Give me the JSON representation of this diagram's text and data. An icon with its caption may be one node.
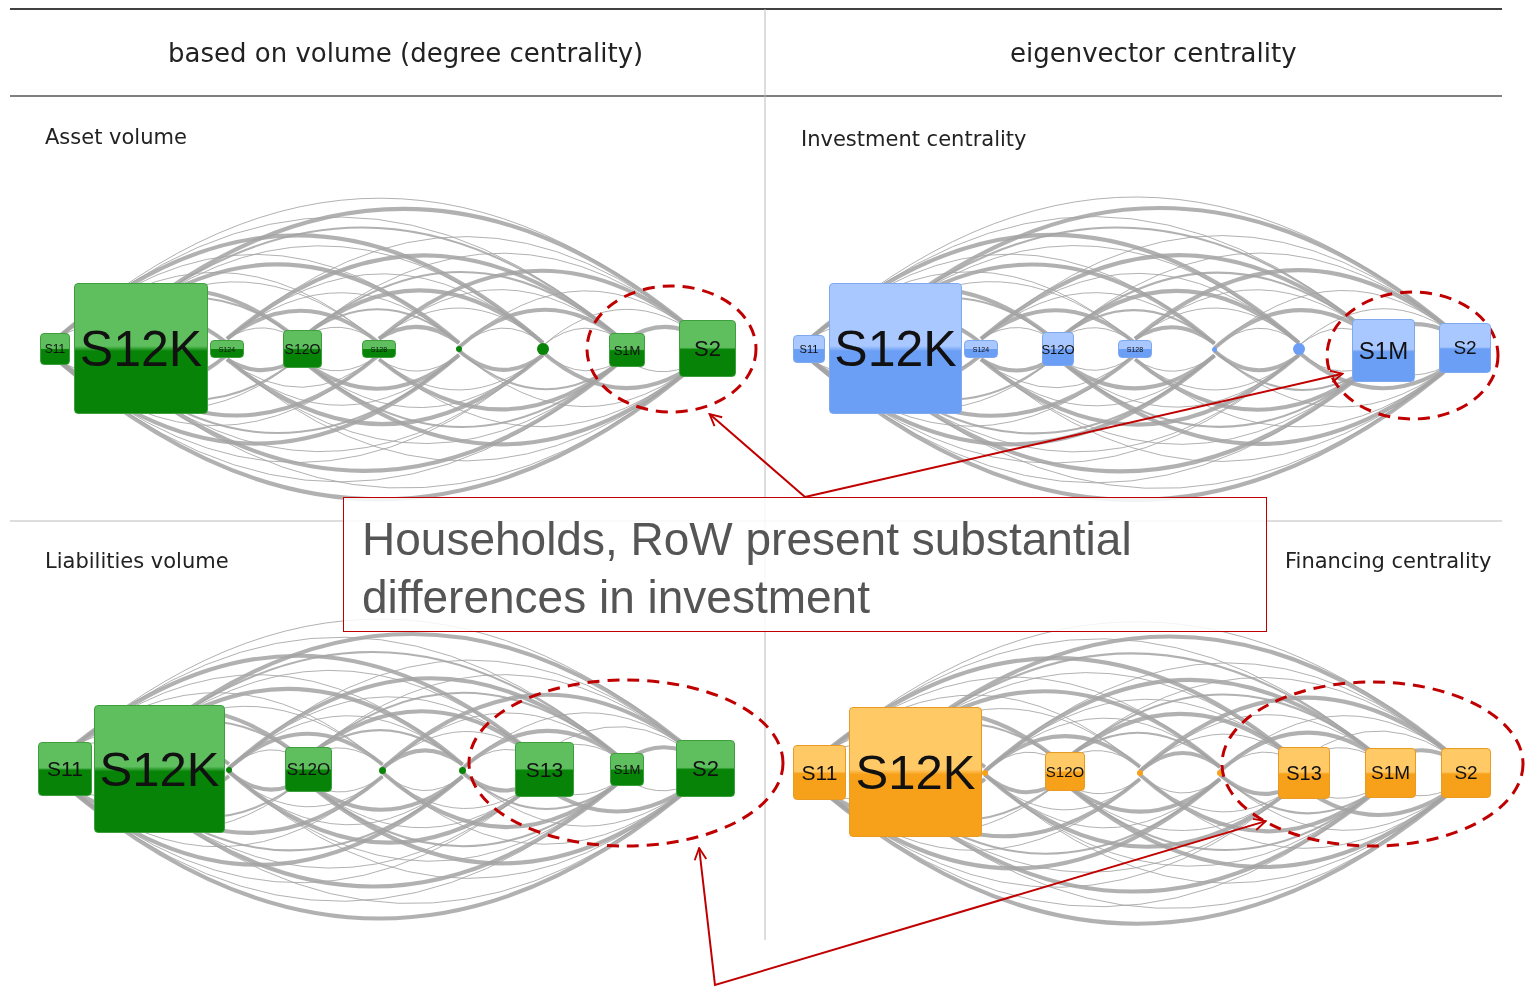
{
  "diagram": {
    "nodes": [
      {
        "text": [
          "S11"
        ]
      },
      {
        "text": [
          "S12K"
        ]
      },
      {
        "text": [
          "S124"
        ]
      },
      {
        "text": [
          "S12O"
        ]
      },
      {
        "text": [
          "S128"
        ]
      },
      {
        "text": [],
        "shape": "circle"
      },
      {
        "text": [],
        "shape": "circle"
      },
      {
        "text": [
          "S1M"
        ],
        "in": 9
      },
      {
        "text": [
          "S2"
        ],
        "in": 9
      },
      {
        "text": [],
        "shape": "ellipse"
      },
      {
        "text": [
          "S11"
        ]
      },
      {
        "text": [
          "S12K"
        ]
      },
      {
        "text": [
          "S124"
        ]
      },
      {
        "text": [
          "S12O"
        ]
      },
      {
        "text": [
          "S128"
        ]
      },
      {
        "text": [],
        "shape": "circle"
      },
      {
        "text": [],
        "shape": "circle"
      },
      {
        "text": [
          "S1M"
        ],
        "in": 19
      },
      {
        "text": [
          "S2"
        ],
        "in": 19
      },
      {
        "text": [],
        "shape": "ellipse"
      },
      {
        "text": [
          "Households, RoW present substantial differences in investment"
        ]
      },
      {
        "text": [
          "S11"
        ]
      },
      {
        "text": [
          "S12K"
        ]
      },
      {
        "text": [],
        "shape": "circle"
      },
      {
        "text": [
          "S12O"
        ]
      },
      {
        "text": [],
        "shape": "circle"
      },
      {
        "text": [],
        "shape": "circle"
      },
      {
        "text": [
          "S13"
        ],
        "in": 30
      },
      {
        "text": [
          "S1M"
        ],
        "in": 30
      },
      {
        "text": [
          "S2"
        ],
        "in": 30
      },
      {
        "text": [],
        "shape": "ellipse"
      },
      {
        "text": [
          "S11"
        ]
      },
      {
        "text": [
          "S12K"
        ]
      },
      {
        "text": [],
        "shape": "circle"
      },
      {
        "text": [
          "S12O"
        ]
      },
      {
        "text": [],
        "shape": "circle"
      },
      {
        "text": [],
        "shape": "circle"
      },
      {
        "text": [
          "S13"
        ],
        "in": 40
      },
      {
        "text": [
          "S1M"
        ],
        "in": 40
      },
      {
        "text": [
          "S2"
        ],
        "in": 40
      },
      {
        "text": [],
        "shape": "ellipse"
      }
    ],
    "edges": [
      {
        "from": 20,
        "to": 9,
        "arrow": "to",
        "color": "#c00000"
      },
      {
        "from": 20,
        "to": 19,
        "arrow": "to",
        "color": "#c00000"
      },
      {
        "from": 30,
        "to": 40,
        "arrow": "both",
        "color": "#c00000"
      }
    ],
    "labels": [
      "based on volume (degree centrality)",
      "eigenvector centrality",
      "Asset volume",
      "Investment centrality",
      "Liabilities volume",
      "Financing centrality"
    ]
  }
}
